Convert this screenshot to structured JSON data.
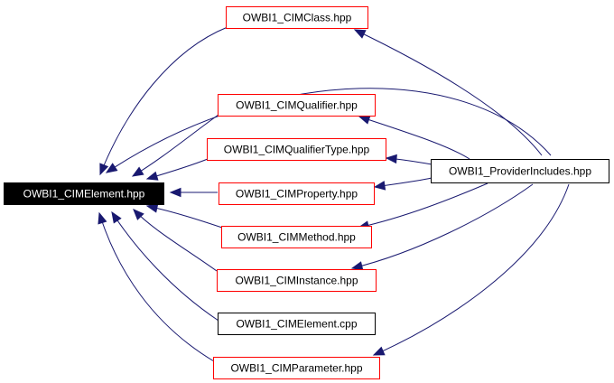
{
  "graph": {
    "nodes": [
      {
        "id": "cimelement_hpp",
        "label": "OWBI1_CIMElement.hpp",
        "style": "root"
      },
      {
        "id": "cimclass",
        "label": "OWBI1_CIMClass.hpp",
        "style": "red"
      },
      {
        "id": "cimqualifier",
        "label": "OWBI1_CIMQualifier.hpp",
        "style": "red"
      },
      {
        "id": "cimqualifiertype",
        "label": "OWBI1_CIMQualifierType.hpp",
        "style": "red"
      },
      {
        "id": "cimproperty",
        "label": "OWBI1_CIMProperty.hpp",
        "style": "red"
      },
      {
        "id": "cimmethod",
        "label": "OWBI1_CIMMethod.hpp",
        "style": "red"
      },
      {
        "id": "ciminstance",
        "label": "OWBI1_CIMInstance.hpp",
        "style": "red"
      },
      {
        "id": "cimelement_cpp",
        "label": "OWBI1_CIMElement.cpp",
        "style": "black"
      },
      {
        "id": "cimparameter",
        "label": "OWBI1_CIMParameter.hpp",
        "style": "red"
      },
      {
        "id": "providerincludes",
        "label": "OWBI1_ProviderIncludes.hpp",
        "style": "black"
      }
    ],
    "edges": [
      {
        "from": "cimclass",
        "to": "cimelement_hpp"
      },
      {
        "from": "providerincludes",
        "to": "cimelement_hpp"
      },
      {
        "from": "cimqualifier",
        "to": "cimelement_hpp"
      },
      {
        "from": "cimqualifiertype",
        "to": "cimelement_hpp"
      },
      {
        "from": "cimproperty",
        "to": "cimelement_hpp"
      },
      {
        "from": "cimmethod",
        "to": "cimelement_hpp"
      },
      {
        "from": "ciminstance",
        "to": "cimelement_hpp"
      },
      {
        "from": "cimelement_cpp",
        "to": "cimelement_hpp"
      },
      {
        "from": "cimparameter",
        "to": "cimelement_hpp"
      },
      {
        "from": "providerincludes",
        "to": "cimclass"
      },
      {
        "from": "providerincludes",
        "to": "cimqualifier"
      },
      {
        "from": "providerincludes",
        "to": "cimqualifiertype"
      },
      {
        "from": "providerincludes",
        "to": "cimproperty"
      },
      {
        "from": "providerincludes",
        "to": "cimmethod"
      },
      {
        "from": "providerincludes",
        "to": "ciminstance"
      },
      {
        "from": "providerincludes",
        "to": "cimparameter"
      }
    ],
    "colors": {
      "edge": "#191970",
      "red_border": "#ff0000",
      "black_border": "#000000",
      "root_fill": "#000000",
      "root_text": "#ffffff"
    }
  }
}
